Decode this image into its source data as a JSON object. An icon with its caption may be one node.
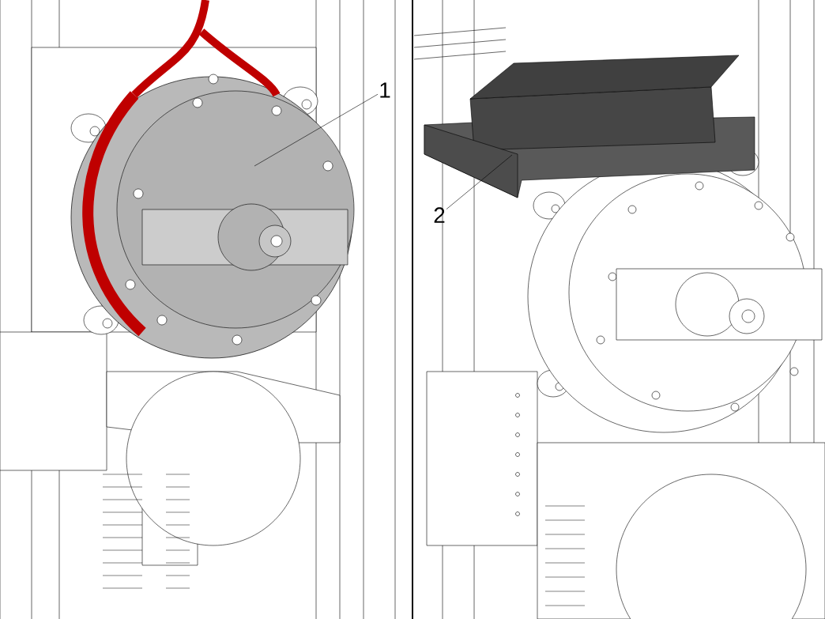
{
  "diagram": {
    "nodes": [
      {
        "text": [
          "1"
        ]
      },
      {
        "text": [
          "2"
        ]
      }
    ],
    "edges": [
      {
        "from": 0,
        "to": null,
        "arrow": "none"
      },
      {
        "from": 1,
        "to": null,
        "arrow": "none"
      }
    ]
  }
}
